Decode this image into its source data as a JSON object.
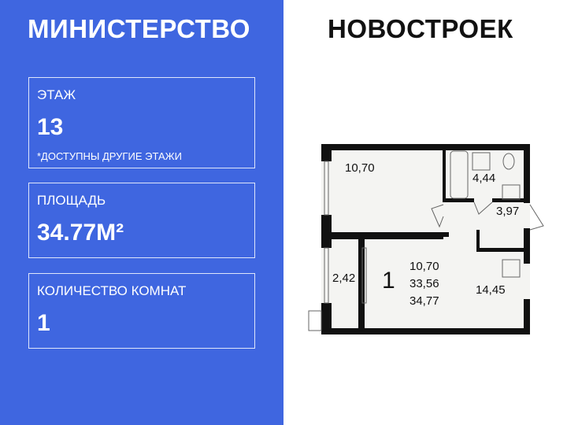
{
  "header": {
    "left": "МИНИСТЕРСТВО",
    "right": "НОВОСТРОЕК"
  },
  "floor": {
    "label": "ЭТАЖ",
    "value": "13",
    "note": "*ДОСТУПНЫ ДРУГИЕ ЭТАЖИ"
  },
  "area": {
    "label": "ПЛОЩАДЬ",
    "value": "34.77М²"
  },
  "rooms": {
    "label": "КОЛИЧЕСТВО КОМНАТ",
    "value": "1"
  },
  "plan": {
    "kitchen": "10,70",
    "bathroom": "4,44",
    "hall": "3,97",
    "balcony": "2,42",
    "room": "14,45",
    "rooms_count": "1",
    "living_area": "10,70",
    "area_no_balcony": "33,56",
    "total_area": "34,77"
  },
  "colors": {
    "brand_blue": "#3f66e0"
  }
}
